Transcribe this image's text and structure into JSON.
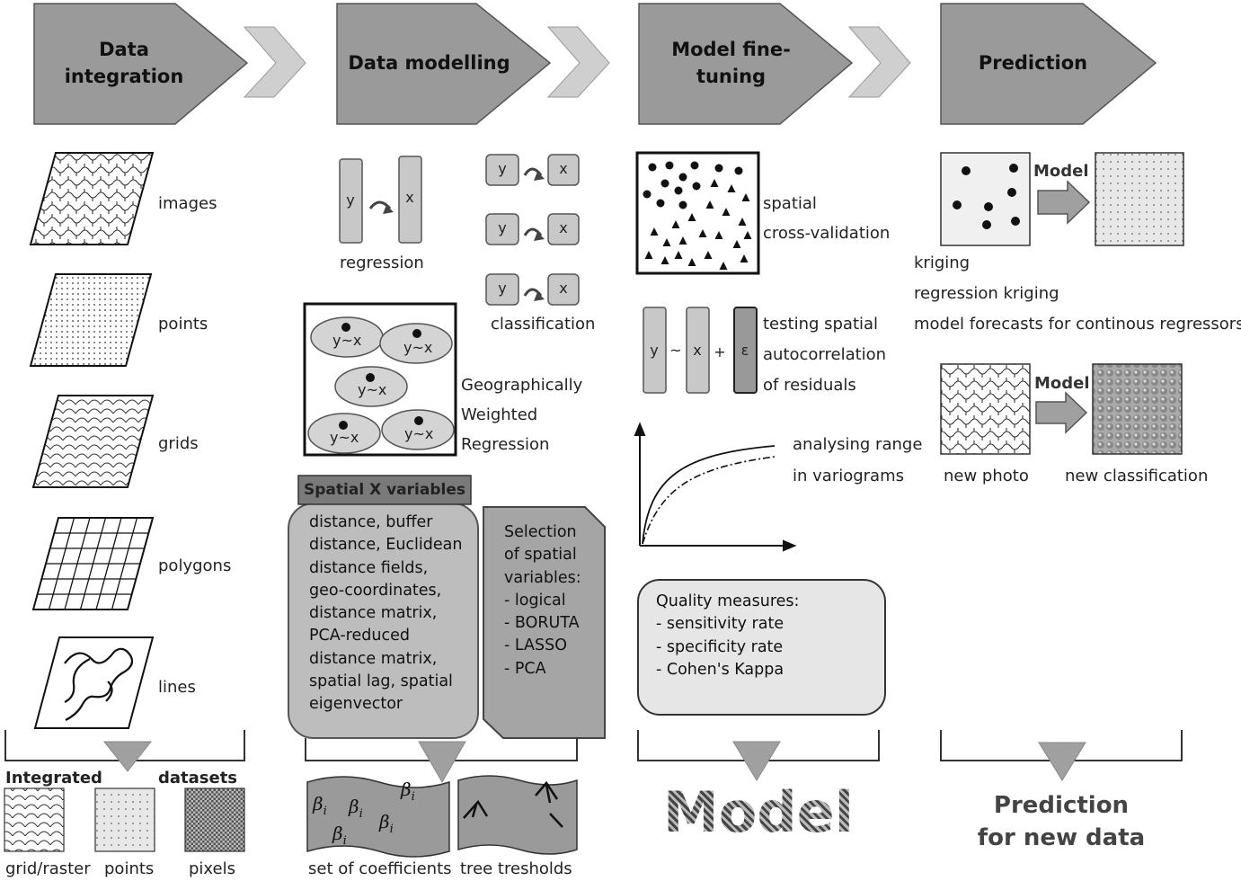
{
  "stages": [
    {
      "title_line1": "Data",
      "title_line2": "integration"
    },
    {
      "title_line1": "Data modelling",
      "title_line2": ""
    },
    {
      "title_line1": "Model fine-",
      "title_line2": "tuning"
    },
    {
      "title_line1": "Prediction",
      "title_line2": ""
    }
  ],
  "integration": {
    "items": [
      "images",
      "points",
      "grids",
      "polygons",
      "lines"
    ],
    "integrated_label": "Integrated",
    "datasets_label": "datasets",
    "outputs": [
      "grid/raster",
      "points",
      "pixels"
    ]
  },
  "modelling": {
    "regression_label": "regression",
    "classification_label": "classification",
    "y": "y",
    "x": "x",
    "yx": "y~x",
    "gwr": [
      "Geographically",
      "Weighted",
      "Regression"
    ],
    "spatial_x_title": "Spatial X variables",
    "spatial_x_lines": [
      "distance, buffer",
      "distance, Euclidean",
      "distance fields,",
      "geo-coordinates,",
      "distance matrix,",
      "PCA-reduced",
      "distance matrix,",
      "spatial lag, spatial",
      "eigenvector"
    ],
    "selection_lines": [
      "Selection",
      "of spatial",
      "variables:",
      "- logical",
      "- BORUTA",
      "- LASSO",
      "- PCA"
    ],
    "beta": "β",
    "beta_sub": "i",
    "coeff_label": "set of coefficients",
    "tree_label": "tree tresholds"
  },
  "finetuning": {
    "cv": [
      "spatial",
      "cross-validation"
    ],
    "residual_eq": [
      "y",
      "~",
      "x",
      "+",
      "ε"
    ],
    "residuals": [
      "testing spatial",
      "autocorrelation",
      "of residuals"
    ],
    "variogram": [
      "analysing range",
      "in variograms"
    ],
    "quality_lines": [
      "Quality measures:",
      "- sensitivity rate",
      "- specificity rate",
      "- Cohen's Kappa"
    ],
    "model_big": "Model"
  },
  "prediction": {
    "model_label": "Model",
    "kriging": [
      "kriging",
      "regression kriging",
      "model forecasts for continous regressors"
    ],
    "new_photo": "new photo",
    "new_classification": "new classification",
    "final": [
      "Prediction",
      "for new data"
    ]
  },
  "colors": {
    "header": "#9a9a9a",
    "box_light": "#bdbdbd",
    "box_mid": "#a5a5a5",
    "box_dark": "#7a7a7a",
    "arrow": "#a0a0a0"
  }
}
